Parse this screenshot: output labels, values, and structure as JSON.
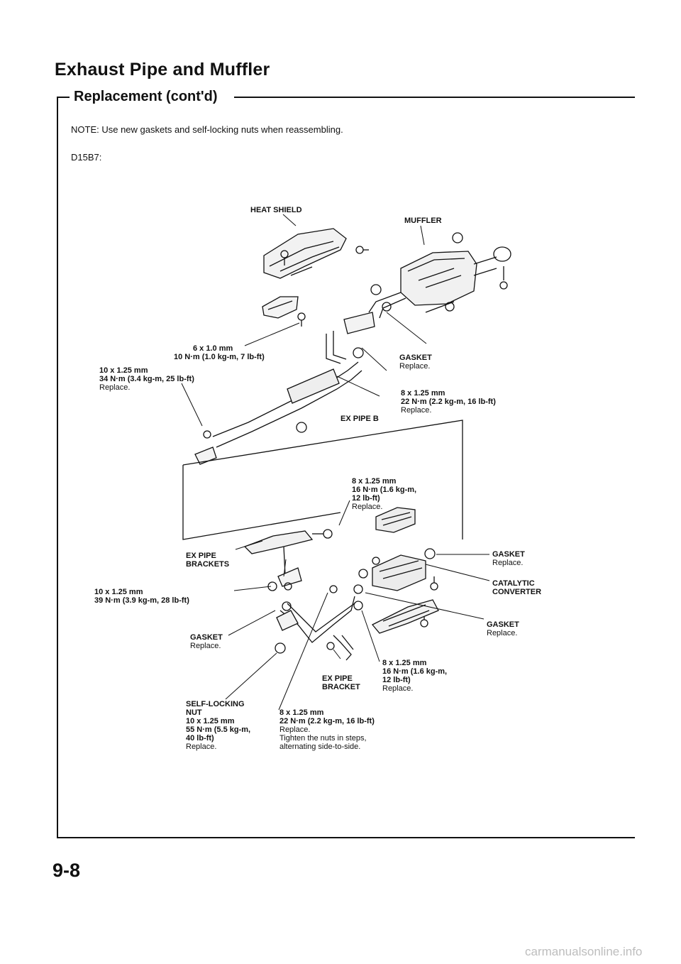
{
  "header": {
    "title": "Exhaust Pipe and Muffler",
    "subtitle": "Replacement (cont'd)"
  },
  "note": "NOTE: Use new gaskets and self-locking nuts when reassembling.",
  "model": "D15B7:",
  "labels": {
    "heat_shield": "HEAT SHIELD",
    "muffler": "MUFFLER",
    "bolt_6x1": {
      "size": "6 x 1.0 mm",
      "torque": "10 N·m (1.0 kg-m, 7 lb-ft)"
    },
    "bolt_10x125_top": {
      "size": "10 x 1.25 mm",
      "torque": "34 N·m (3.4 kg-m, 25 lb-ft)",
      "action": "Replace."
    },
    "gasket_muffler": {
      "name": "GASKET",
      "action": "Replace."
    },
    "nut_8x125_muffler": {
      "size": "8 x 1.25 mm",
      "torque": "22 N·m (2.2 kg-m, 16 lb-ft)",
      "action": "Replace."
    },
    "ex_pipe_b": "EX PIPE B",
    "bolt_8x125_bracket": {
      "size": "8 x 1.25 mm",
      "torque_1": "16 N·m (1.6 kg-m,",
      "torque_2": "12 lb-ft)",
      "action": "Replace."
    },
    "ex_pipe_brackets": {
      "line1": "EX PIPE",
      "line2": "BRACKETS"
    },
    "gasket_cat_rear": {
      "name": "GASKET",
      "action": "Replace."
    },
    "catalytic_converter": {
      "line1": "CATALYTIC",
      "line2": "CONVERTER"
    },
    "bolt_10x125_lower": {
      "size": "10 x 1.25 mm",
      "torque": "39 N·m (3.9 kg-m, 28 lb-ft)"
    },
    "gasket_cat_front": {
      "name": "GASKET",
      "action": "Replace."
    },
    "gasket_manifold": {
      "name": "GASKET",
      "action": "Replace."
    },
    "nut_8x125_cat": {
      "size": "8 x 1.25 mm",
      "torque_1": "16 N·m (1.6 kg-m,",
      "torque_2": "12 lb-ft)",
      "action": "Replace."
    },
    "ex_pipe_bracket": {
      "line1": "EX PIPE",
      "line2": "BRACKET"
    },
    "self_locking_nut": {
      "line1": "SELF-LOCKING",
      "line2": "NUT",
      "size": "10 x 1.25 mm",
      "torque_1": "55 N·m (5.5 kg-m,",
      "torque_2": "40 lb-ft)",
      "action": "Replace."
    },
    "nut_8x125_front": {
      "size": "8 x 1.25 mm",
      "torque": "22 N·m (2.2 kg-m, 16 lb-ft)",
      "action": "Replace.",
      "tip_1": "Tighten the nuts in steps,",
      "tip_2": "alternating side-to-side."
    }
  },
  "page_number": "9-8",
  "watermark": "carmanualsonline.info"
}
